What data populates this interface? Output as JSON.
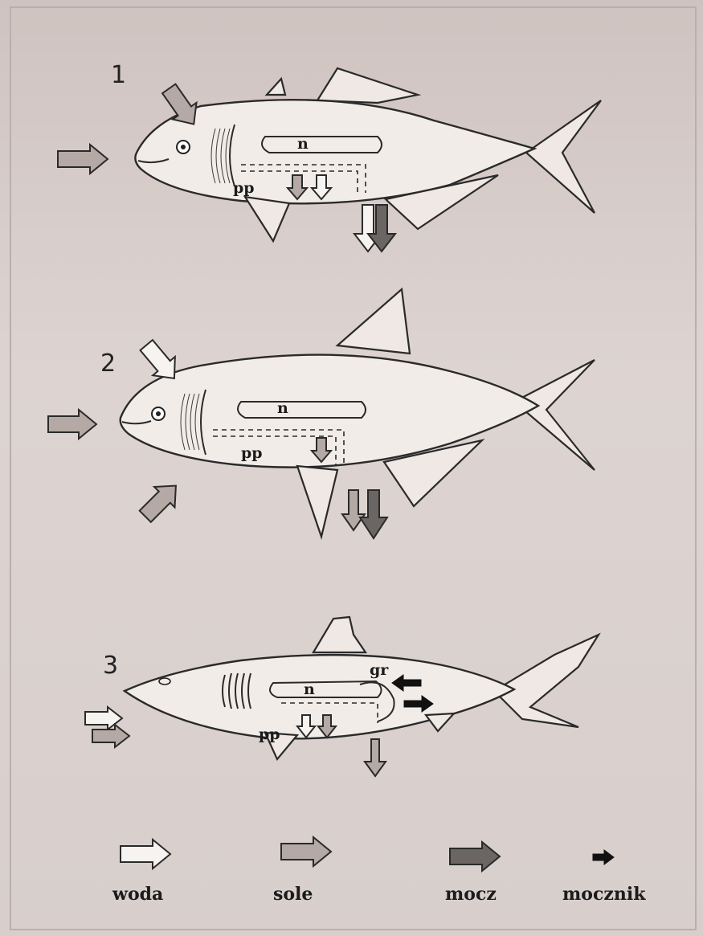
{
  "figure": {
    "panels": [
      {
        "number": "1",
        "kidney_label": "n",
        "gill_label": "pp"
      },
      {
        "number": "2",
        "kidney_label": "n",
        "gill_label": "pp"
      },
      {
        "number": "3",
        "kidney_label": "n",
        "gill_label": "pp",
        "gland_label": "gr"
      }
    ],
    "legend": [
      {
        "label": "woda",
        "style": "white-arrow-icon"
      },
      {
        "label": "sole",
        "style": "dotted-arrow-icon"
      },
      {
        "label": "mocz",
        "style": "hatched-arrow-icon"
      },
      {
        "label": "mocznik",
        "style": "black-arrow-icon"
      }
    ]
  }
}
